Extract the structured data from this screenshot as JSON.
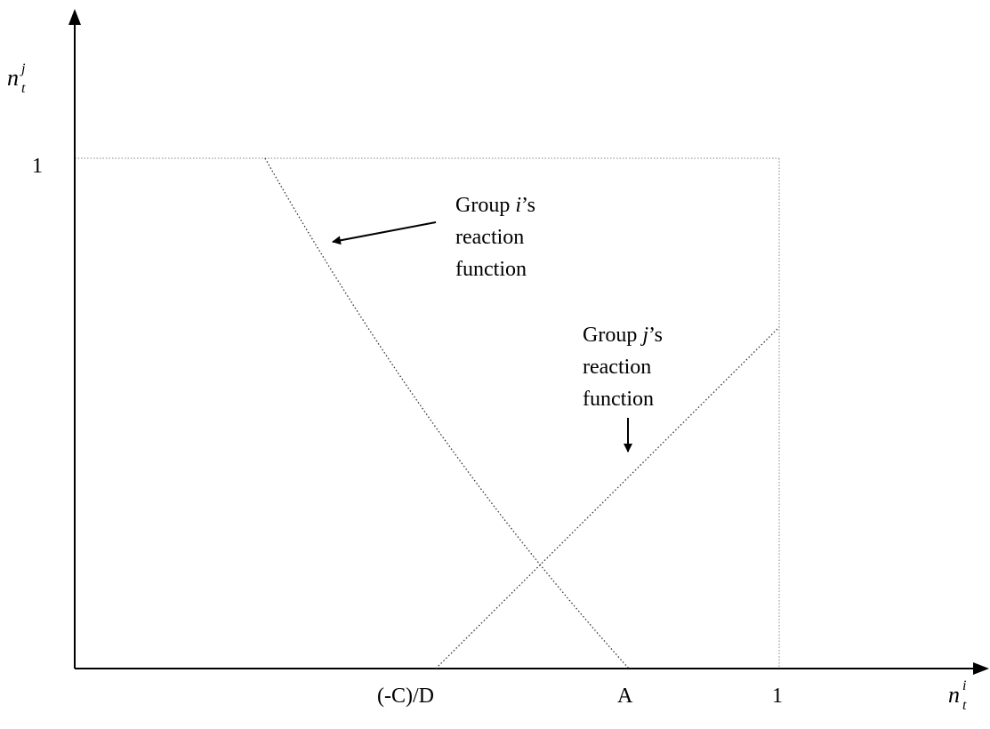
{
  "axes": {
    "y_label": {
      "base": "n",
      "sup": "j",
      "sub": "t"
    },
    "x_label": {
      "base": "n",
      "sup": "i",
      "sub": "t"
    },
    "y_tick_1": "1",
    "x_tick_cd": "(-C)/D",
    "x_tick_a": "A",
    "x_tick_1": "1"
  },
  "annotations": {
    "group_i": {
      "line1_pre": "Group ",
      "line1_var": "i",
      "line1_post": "’s",
      "line2": "reaction",
      "line3": "function"
    },
    "group_j": {
      "line1_pre": "Group ",
      "line1_var": "j",
      "line1_post": "’s",
      "line2": "reaction",
      "line3": "function"
    }
  }
}
